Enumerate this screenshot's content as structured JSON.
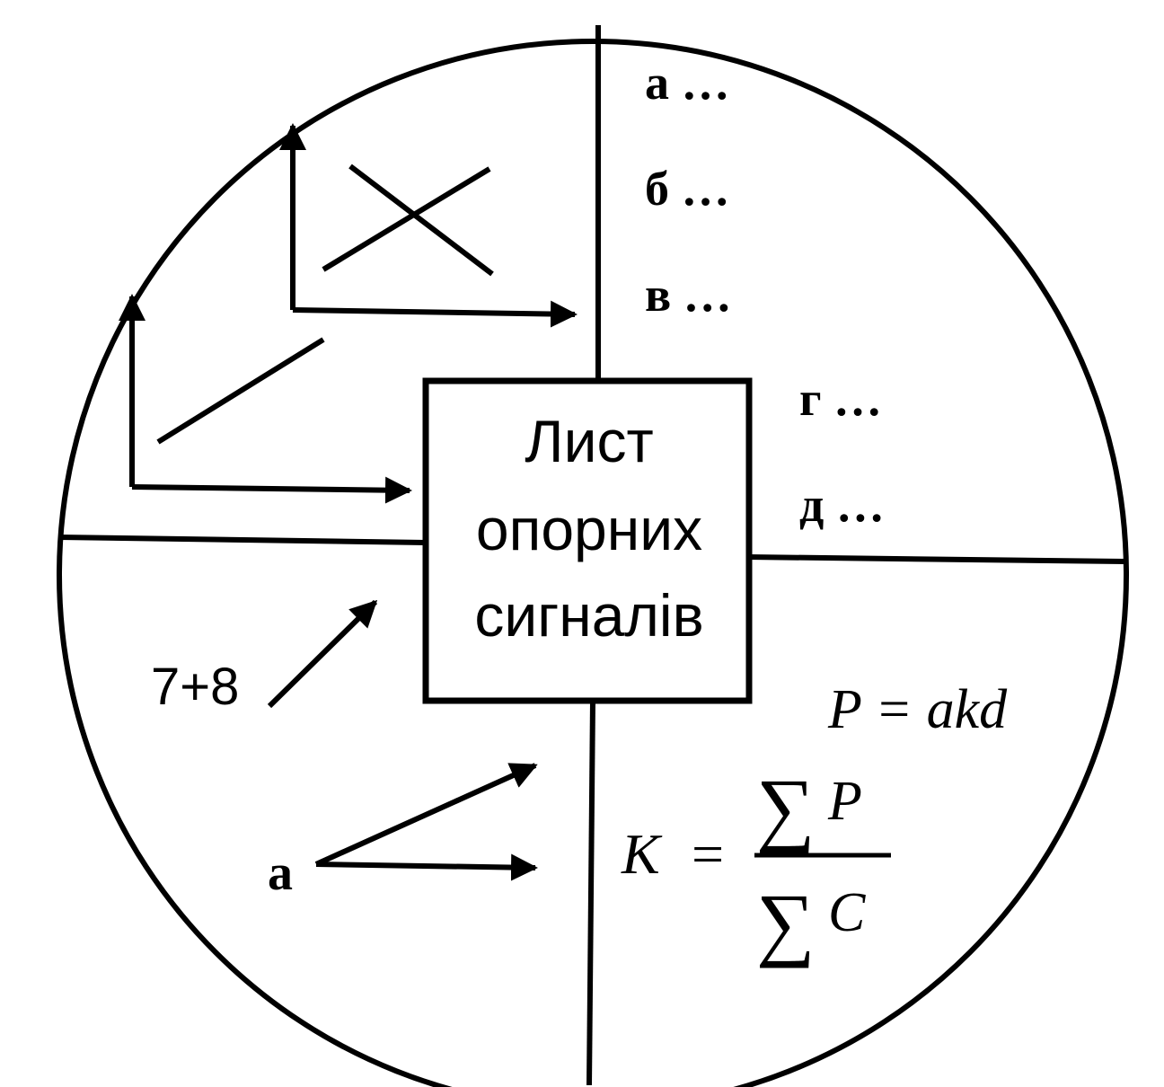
{
  "center": {
    "line1": "Лист",
    "line2": "опорних",
    "line3": "сигналів"
  },
  "list_items": [
    "а …",
    "б …",
    "в …",
    "г …",
    "д …"
  ],
  "arithmetic": "7+8",
  "vector_label": "а",
  "formulas": {
    "p_formula": "P = akd",
    "k_lhs": "K",
    "k_eq": "=",
    "sum_sign": "∑",
    "numerator": "P",
    "denominator": "C"
  },
  "colors": {
    "ink": "#000000",
    "paper": "#ffffff"
  }
}
